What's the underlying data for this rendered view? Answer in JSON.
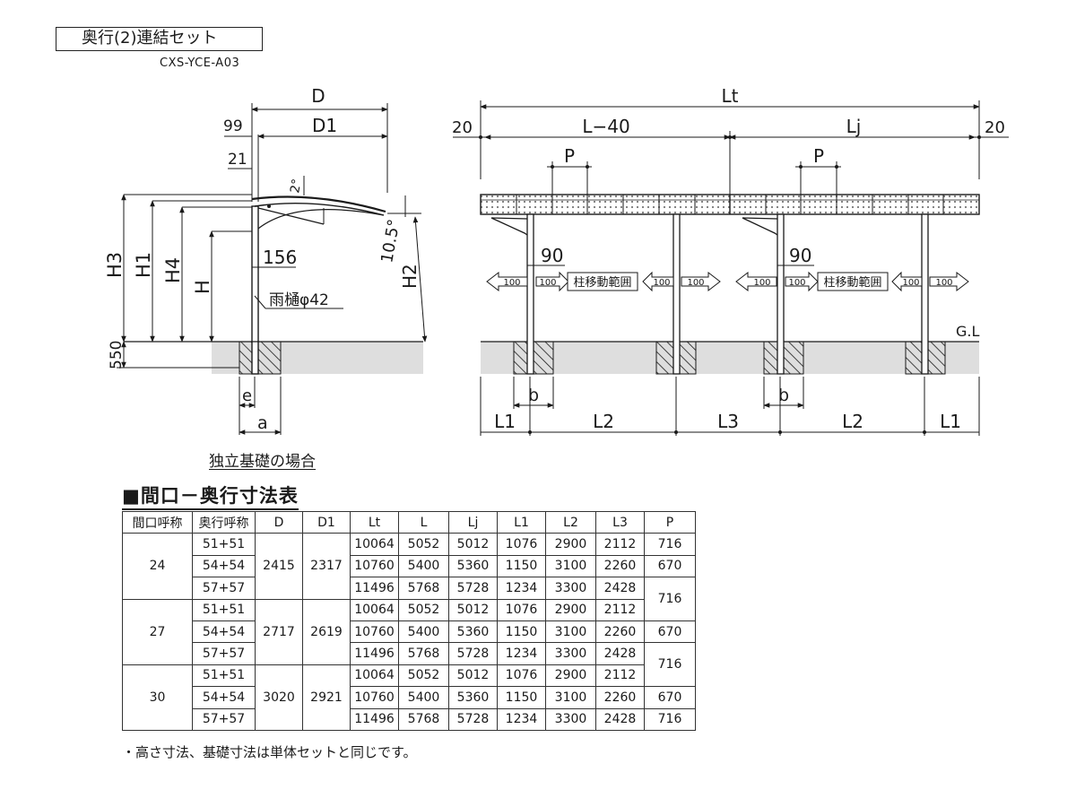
{
  "header": {
    "title": "奥行(2)連結セット",
    "model_code": "CXS-YCE-A03"
  },
  "side_view": {
    "dims": {
      "D": "D",
      "D1": "D1",
      "d99": "99",
      "d21": "21",
      "angle2": "2°",
      "angle105": "10.5°",
      "H3": "H3",
      "H1": "H1",
      "H4": "H4",
      "H": "H",
      "H2": "H2",
      "d156": "156",
      "gutter": "雨樋φ42",
      "d550": "550",
      "e": "e",
      "a": "a"
    },
    "caption": "独立基礎の場合"
  },
  "front_view": {
    "dims": {
      "Lt": "Lt",
      "L40": "L−40",
      "Lj": "Lj",
      "d20_left": "20",
      "d20_right": "20",
      "P": "P",
      "d90": "90",
      "d100": "100",
      "pillar_range": "柱移動範囲",
      "GL": "G.L",
      "b": "b",
      "L1": "L1",
      "L2": "L2",
      "L3": "L3"
    }
  },
  "table": {
    "title": "■間口－奥行寸法表",
    "headers": [
      "間口呼称",
      "奥行呼称",
      "D",
      "D1",
      "Lt",
      "L",
      "Lj",
      "L1",
      "L2",
      "L3",
      "P"
    ],
    "groups": [
      {
        "frontage": "24",
        "D": "2415",
        "D1": "2317",
        "rows": [
          {
            "depth": "51+51",
            "Lt": "10064",
            "L": "5052",
            "Lj": "5012",
            "L1": "1076",
            "L2": "2900",
            "L3": "2112"
          },
          {
            "depth": "54+54",
            "Lt": "10760",
            "L": "5400",
            "Lj": "5360",
            "L1": "1150",
            "L2": "3100",
            "L3": "2260"
          },
          {
            "depth": "57+57",
            "Lt": "11496",
            "L": "5768",
            "Lj": "5728",
            "L1": "1234",
            "L2": "3300",
            "L3": "2428"
          }
        ]
      },
      {
        "frontage": "27",
        "D": "2717",
        "D1": "2619",
        "rows": [
          {
            "depth": "51+51",
            "Lt": "10064",
            "L": "5052",
            "Lj": "5012",
            "L1": "1076",
            "L2": "2900",
            "L3": "2112"
          },
          {
            "depth": "54+54",
            "Lt": "10760",
            "L": "5400",
            "Lj": "5360",
            "L1": "1150",
            "L2": "3100",
            "L3": "2260"
          },
          {
            "depth": "57+57",
            "Lt": "11496",
            "L": "5768",
            "Lj": "5728",
            "L1": "1234",
            "L2": "3300",
            "L3": "2428"
          }
        ]
      },
      {
        "frontage": "30",
        "D": "3020",
        "D1": "2921",
        "rows": [
          {
            "depth": "51+51",
            "Lt": "10064",
            "L": "5052",
            "Lj": "5012",
            "L1": "1076",
            "L2": "2900",
            "L3": "2112"
          },
          {
            "depth": "54+54",
            "Lt": "10760",
            "L": "5400",
            "Lj": "5360",
            "L1": "1150",
            "L2": "3100",
            "L3": "2260"
          },
          {
            "depth": "57+57",
            "Lt": "11496",
            "L": "5768",
            "Lj": "5728",
            "L1": "1234",
            "L2": "3300",
            "L3": "2428"
          }
        ]
      }
    ],
    "P": {
      "g1_top": "716",
      "g1_mid": "670",
      "g1_bot_g2_top": "716",
      "g2_mid": "670",
      "g2_bot_g3_top": "716",
      "g3_mid": "670",
      "g3_bot": "716"
    }
  },
  "footnote": "・高さ寸法、基礎寸法は単体セットと同じです。"
}
